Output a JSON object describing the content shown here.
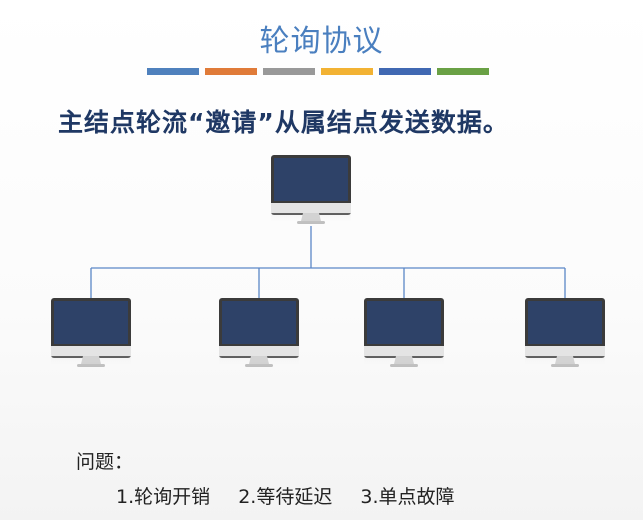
{
  "title": "轮询协议",
  "divider_colors": [
    "#4f81bd",
    "#e07b39",
    "#999999",
    "#f2b233",
    "#4068b2",
    "#6aa145"
  ],
  "heading": "主结点轮流“邀请”从属结点发送数据。",
  "diagram": {
    "master": {
      "name": "master-computer",
      "icon": "monitor-icon"
    },
    "slaves": [
      {
        "name": "slave-computer-1",
        "icon": "monitor-icon"
      },
      {
        "name": "slave-computer-2",
        "icon": "monitor-icon"
      },
      {
        "name": "slave-computer-3",
        "icon": "monitor-icon"
      },
      {
        "name": "slave-computer-4",
        "icon": "monitor-icon"
      }
    ],
    "screen_color": "#2e4268",
    "link_color": "#5b87c7"
  },
  "question": {
    "label": "问题：",
    "items": [
      "1.轮询开销",
      "2.等待延迟",
      "3.单点故障"
    ]
  }
}
